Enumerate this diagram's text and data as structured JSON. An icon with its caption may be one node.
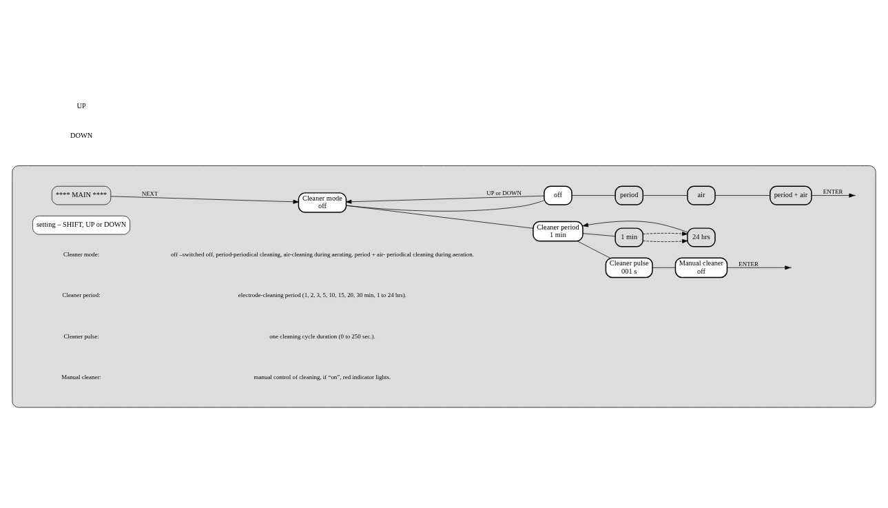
{
  "diagram": {
    "nodes": [
      {
        "text": [],
        "shape": "box"
      },
      {
        "text": [
          "Cleaner mode",
          "off"
        ],
        "in": 0
      },
      {
        "text": [
          "Cleaner period",
          "1 min"
        ],
        "in": 0
      },
      {
        "text": [
          "Cleaner pulse",
          "001 s"
        ],
        "in": 0
      },
      {
        "text": [
          "Manual cleaner",
          "off"
        ],
        "in": 0
      },
      {
        "text": [
          "**** MAIN ****"
        ],
        "in": 0
      },
      {
        "text": [
          "off"
        ],
        "in": 0
      },
      {
        "text": [
          "period"
        ],
        "in": 0
      },
      {
        "text": [
          "air"
        ],
        "in": 0
      },
      {
        "text": [
          "period + air"
        ],
        "in": 0
      },
      {
        "text": [
          "1 min"
        ],
        "in": 0
      },
      {
        "text": [
          "24 hrs"
        ],
        "in": 0
      },
      {
        "text": [
          "setting – SHIFT, UP or DOWN"
        ],
        "in": 0
      }
    ],
    "edges": [
      {
        "from": 5,
        "to": 1,
        "arrow": "to",
        "label": "NEXT"
      },
      {
        "from": 1,
        "to": 2,
        "arrow": "none"
      },
      {
        "from": 2,
        "to": 3,
        "arrow": "none"
      },
      {
        "from": 3,
        "to": 4,
        "arrow": "none"
      },
      {
        "from": 1,
        "to": 6,
        "arrow": "none"
      },
      {
        "from": 6,
        "to": 7,
        "arrow": "none"
      },
      {
        "from": 7,
        "to": 8,
        "arrow": "none"
      },
      {
        "from": 8,
        "to": 9,
        "arrow": "none"
      },
      {
        "from": 6,
        "to": 1,
        "arrow": "to",
        "label": "UP or DOWN"
      },
      {
        "from": 2,
        "to": 10,
        "arrow": "none"
      },
      {
        "from": 10,
        "to": 11,
        "arrow": "to",
        "style": "dashed"
      },
      {
        "from": 10,
        "to": 11,
        "arrow": "to",
        "style": "dashed"
      },
      {
        "from": 11,
        "to": 2,
        "arrow": "to"
      },
      {
        "from": 4,
        "to": null,
        "arrow": "to",
        "label": "ENTER"
      },
      {
        "from": 9,
        "to": null,
        "arrow": "to",
        "label": "ENTER"
      }
    ],
    "labels": [
      "DOWN",
      "UP",
      "Cleaner mode:",
      "off –switched off, period-periodical cleaning, air-cleaning during aerating, period + air- periodical cleaning during aeration.",
      "Cleaner period:",
      "electrode-cleaning period (1, 2, 3, 5, 10, 15, 20, 30 min, 1 to 24 hrs).",
      "Cleaner pulse:",
      "one cleaning cycle duration (0 to 250 sec.).",
      "Manual cleaner:",
      "manual control of cleaning, if “on”, red indicator lights."
    ]
  }
}
